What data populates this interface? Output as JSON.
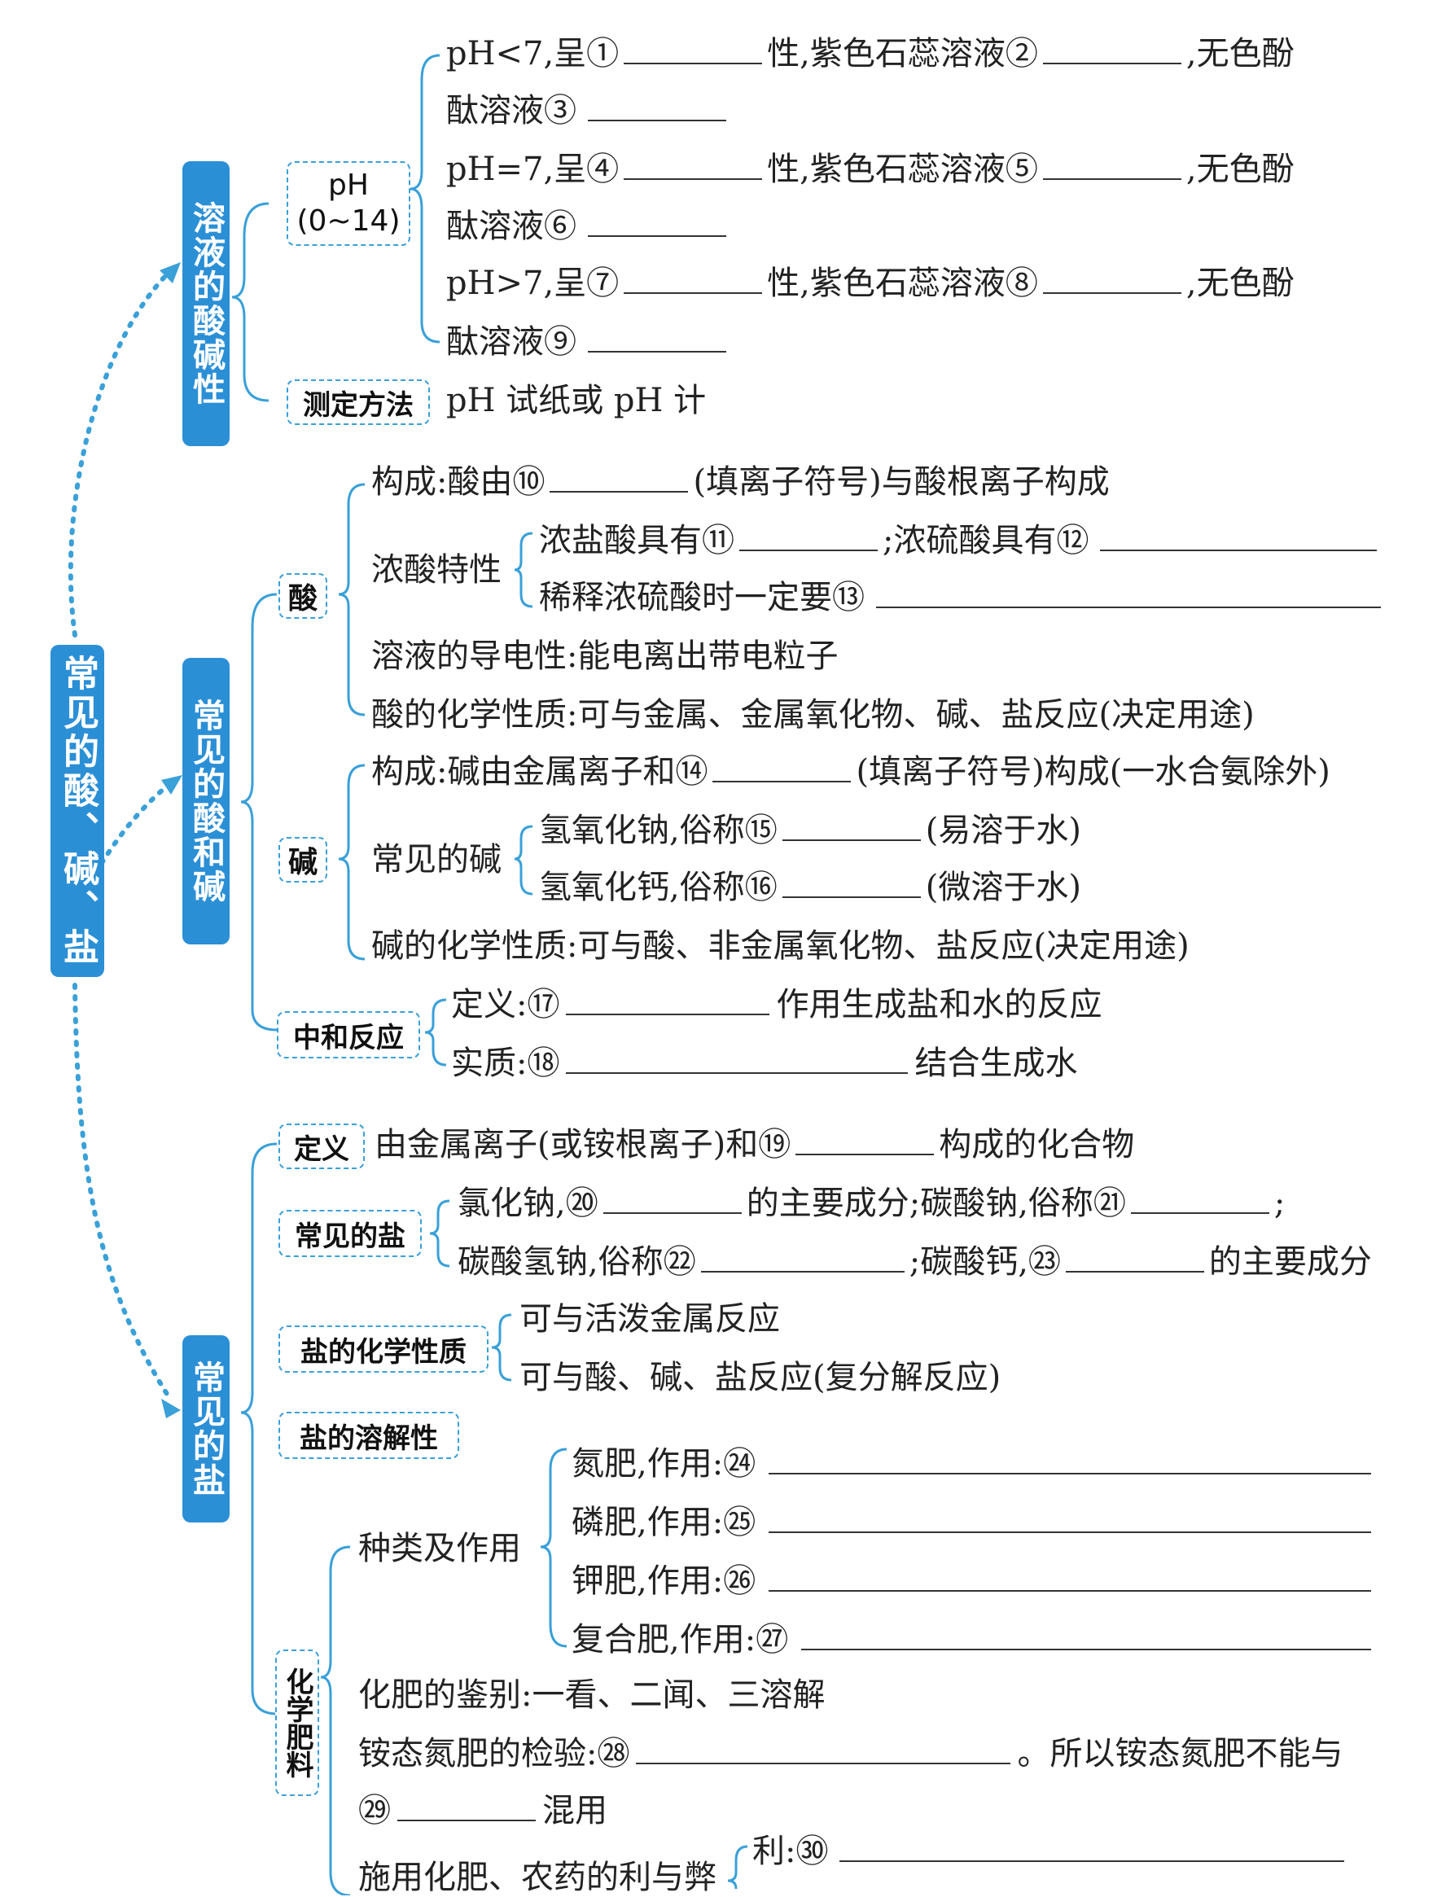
{
  "root": "常见的酸、碱、盐",
  "sections": [
    {
      "title": "溶液的酸碱性",
      "ph": {
        "label_line1": "pH",
        "label_line2": "(0~14)",
        "rows": [
          {
            "a": "pH<7,呈①",
            "b": "性,紫色石蕊溶液②",
            "c": ",无色酚",
            "d": "酞溶液③"
          },
          {
            "a": "pH=7,呈④",
            "b": "性,紫色石蕊溶液⑤",
            "c": ",无色酚",
            "d": "酞溶液⑥"
          },
          {
            "a": "pH>7,呈⑦",
            "b": "性,紫色石蕊溶液⑧",
            "c": ",无色酚",
            "d": "酞溶液⑨"
          }
        ]
      },
      "method": {
        "label": "测定方法",
        "text": "pH 试纸或 pH 计"
      }
    },
    {
      "title": "常见的酸和碱",
      "acid": {
        "label": "酸",
        "composition_a": "构成:酸由⑩",
        "composition_b": "(填离子符号)与酸根离子构成",
        "conc_label": "浓酸特性",
        "conc_line1_a": "浓盐酸具有⑪",
        "conc_line1_b": ";浓硫酸具有⑫",
        "conc_line2": "稀释浓硫酸时一定要⑬",
        "conductivity": "溶液的导电性:能电离出带电粒子",
        "chem": "酸的化学性质:可与金属、金属氧化物、碱、盐反应(决定用途)"
      },
      "base": {
        "label": "碱",
        "composition_a": "构成:碱由金属离子和⑭",
        "composition_b": "(填离子符号)构成(一水合氨除外)",
        "common_label": "常见的碱",
        "common_line1_a": "氢氧化钠,俗称⑮",
        "common_line1_b": "(易溶于水)",
        "common_line2_a": "氢氧化钙,俗称⑯",
        "common_line2_b": "(微溶于水)",
        "chem": "碱的化学性质:可与酸、非金属氧化物、盐反应(决定用途)"
      },
      "neutral": {
        "label": "中和反应",
        "def_a": "定义:⑰",
        "def_b": "作用生成盐和水的反应",
        "essence_a": "实质:⑱",
        "essence_b": "结合生成水"
      }
    },
    {
      "title": "常见的盐",
      "definition": {
        "label": "定义",
        "text_a": "由金属离子(或铵根离子)和⑲",
        "text_b": "构成的化合物"
      },
      "common": {
        "label": "常见的盐",
        "line1_a": "氯化钠,⑳",
        "line1_b": "的主要成分;碳酸钠,俗称㉑",
        "line1_c": ";",
        "line2_a": "碳酸氢钠,俗称㉒",
        "line2_b": ";碳酸钙,㉓",
        "line2_c": "的主要成分"
      },
      "chem": {
        "label": "盐的化学性质",
        "line1": "可与活泼金属反应",
        "line2": "可与酸、碱、盐反应(复分解反应)"
      },
      "solubility": {
        "label": "盐的溶解性"
      },
      "fertilizer": {
        "label": "化学肥料",
        "kinds_label": "种类及作用",
        "kinds": [
          "氮肥,作用:㉔",
          "磷肥,作用:㉕",
          "钾肥,作用:㉖",
          "复合肥,作用:㉗"
        ],
        "identify": "化肥的鉴别:一看、二闻、三溶解",
        "ammonium_a": "铵态氮肥的检验:㉘",
        "ammonium_b": "。所以铵态氮肥不能与",
        "ammonium_c": "㉙",
        "ammonium_d": "混用",
        "pros_label": "施用化肥、农药的利与弊",
        "pros": "利:㉚"
      }
    }
  ]
}
